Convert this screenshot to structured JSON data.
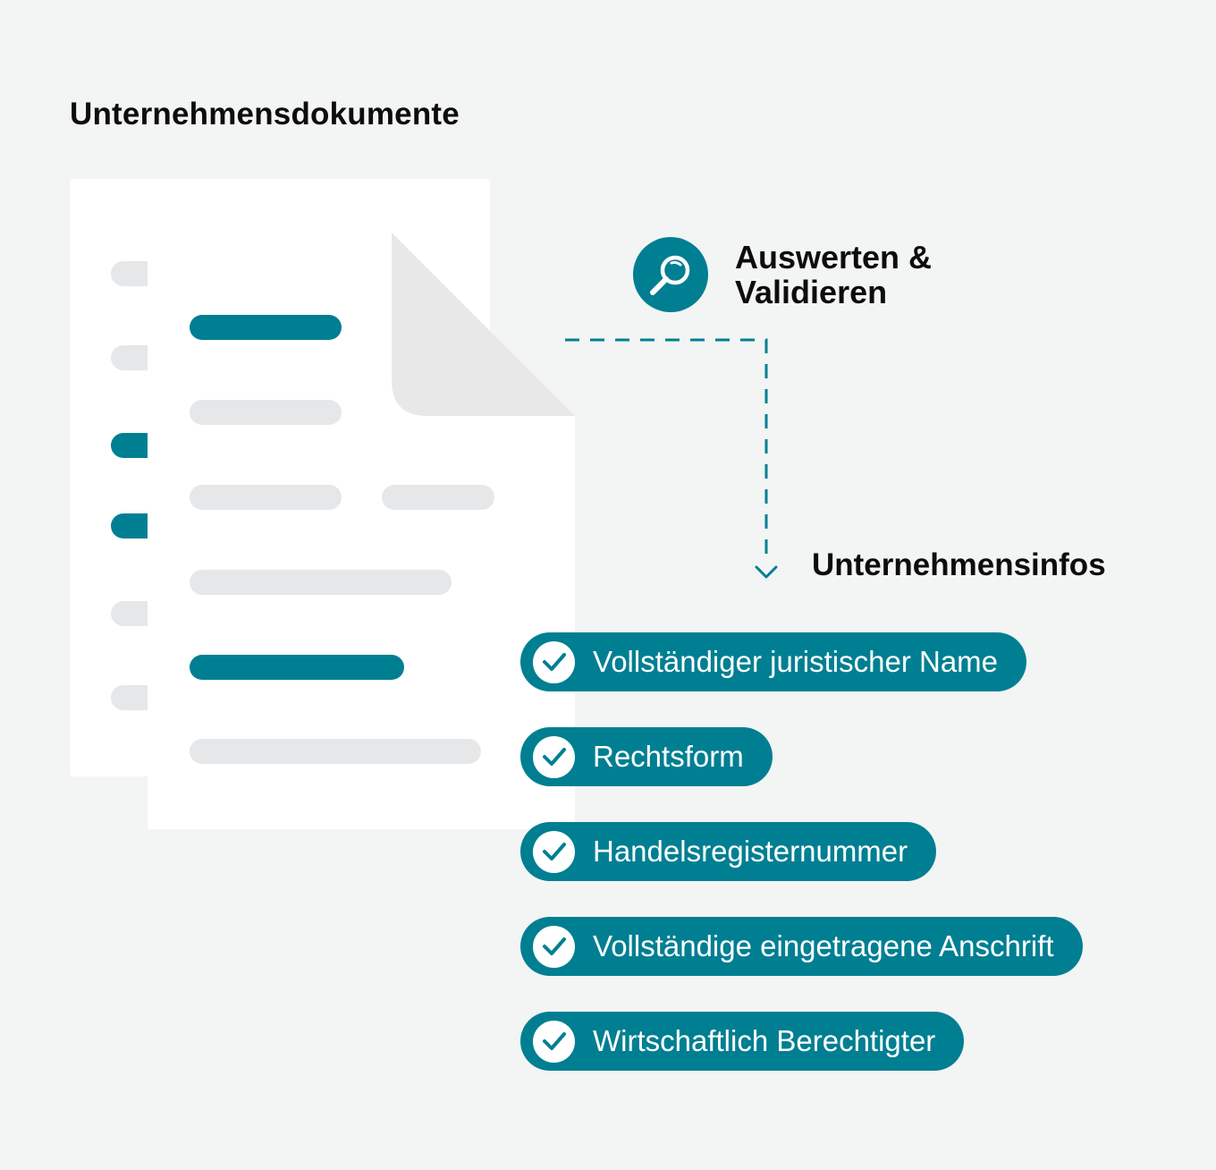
{
  "title": "Unternehmensdokumente",
  "step": {
    "label_line1": "Auswerten &",
    "label_line2": "Validieren",
    "icon": "magnifier-icon"
  },
  "result": {
    "heading": "Unternehmensinfos",
    "items": [
      "Vollständiger juristischer Name",
      "Rechtsform",
      "Handelsregisternummer",
      "Vollständige eingetragene Anschrift",
      "Wirtschaftlich Berechtigter"
    ],
    "item_icon": "checkmark-icon"
  },
  "colors": {
    "accent": "#007f92",
    "background": "#f3f4f4",
    "document": "#ffffff",
    "placeholder": "#e6e7e8",
    "text": "#0d0d0d"
  }
}
